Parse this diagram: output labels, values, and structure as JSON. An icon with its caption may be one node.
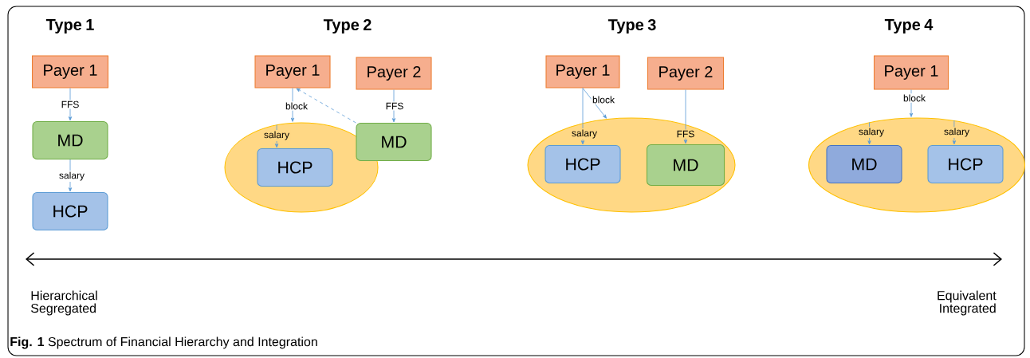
{
  "diagram": {
    "caption": "**Fig. 1** Spectrum of Financial Hierarchy and Integration",
    "nodes": [
      {
        "text": [
          "Payer 1"
        ]
      },
      {
        "text": [
          "MD"
        ]
      },
      {
        "text": [
          "HCP"
        ]
      },
      {
        "text": [
          "Payer 1"
        ]
      },
      {
        "text": [
          "Payer 2"
        ]
      },
      {
        "text": [],
        "shape": "ellipse"
      },
      {
        "text": [
          "HCP"
        ],
        "in": 5
      },
      {
        "text": [
          "MD"
        ]
      },
      {
        "text": [
          "Payer 1"
        ]
      },
      {
        "text": [
          "Payer 2"
        ]
      },
      {
        "text": [],
        "shape": "ellipse"
      },
      {
        "text": [
          "HCP"
        ],
        "in": 10
      },
      {
        "text": [
          "MD"
        ],
        "in": 10
      },
      {
        "text": [
          "Payer 1"
        ]
      },
      {
        "text": [],
        "shape": "ellipse"
      },
      {
        "text": [
          "MD"
        ],
        "in": 14
      },
      {
        "text": [
          "HCP"
        ],
        "in": 14
      }
    ],
    "edges": [
      {
        "from": 0,
        "to": 1,
        "arrow": "to",
        "label": "FFS"
      },
      {
        "from": 1,
        "to": 2,
        "arrow": "to",
        "label": "salary"
      },
      {
        "from": 3,
        "to": 5,
        "arrow": "to",
        "label": "block"
      },
      {
        "from": 5,
        "to": 6,
        "arrow": "to",
        "label": "salary"
      },
      {
        "from": 7,
        "to": 3,
        "arrow": "to",
        "style": "dashed"
      },
      {
        "from": 4,
        "to": 7,
        "arrow": "to",
        "label": "FFS"
      },
      {
        "from": 8,
        "to": 11,
        "arrow": "to",
        "label": "salary"
      },
      {
        "from": 8,
        "to": 10,
        "arrow": "to",
        "label": "block"
      },
      {
        "from": 9,
        "to": 12,
        "arrow": "to",
        "label": "FFS"
      },
      {
        "from": 13,
        "to": 14,
        "arrow": "to",
        "label": "block"
      },
      {
        "from": 14,
        "to": 15,
        "arrow": "to",
        "label": "salary"
      },
      {
        "from": 14,
        "to": 16,
        "arrow": "to",
        "label": "salary"
      }
    ],
    "labels": [
      "Type 1",
      "Type 2",
      "Type 3",
      "Type 4",
      "Hierarchical Segregated",
      "Equivalent Integrated"
    ]
  }
}
